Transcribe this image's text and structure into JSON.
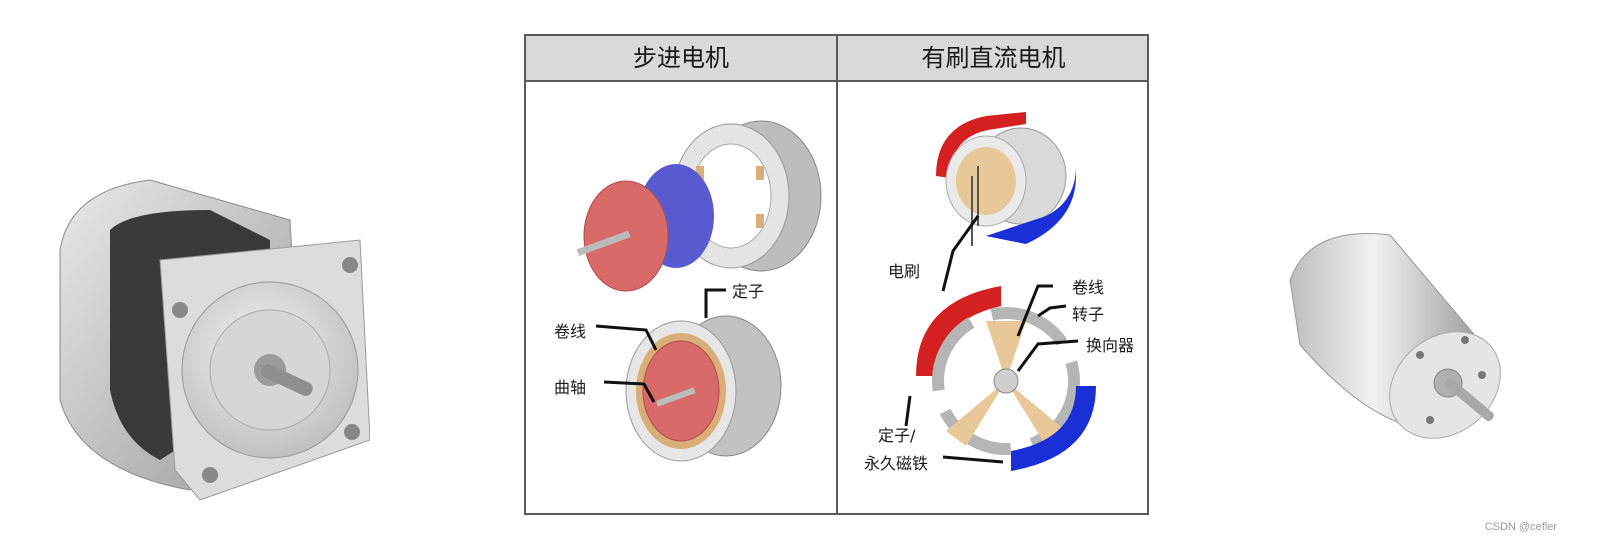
{
  "table": {
    "headers": [
      "步进电机",
      "有刷直流电机"
    ]
  },
  "stepper_labels": {
    "stator": "定子",
    "winding": "卷线",
    "shaft": "曲轴"
  },
  "dc_labels": {
    "brush": "电刷",
    "winding": "卷线",
    "rotor": "转子",
    "commutator": "换向器",
    "stator_line1": "定子/",
    "stator_line2": "永久磁铁"
  },
  "watermark": "CSDN @cefler",
  "colors": {
    "header_bg": "#d9d9d9",
    "border": "#5a5a5a",
    "rotor_red": "#d86a6a",
    "magnet_red": "#d42020",
    "magnet_blue": "#1a2fd6",
    "winding_tan": "#e8c898",
    "metal_gray": "#c8c8c8"
  }
}
